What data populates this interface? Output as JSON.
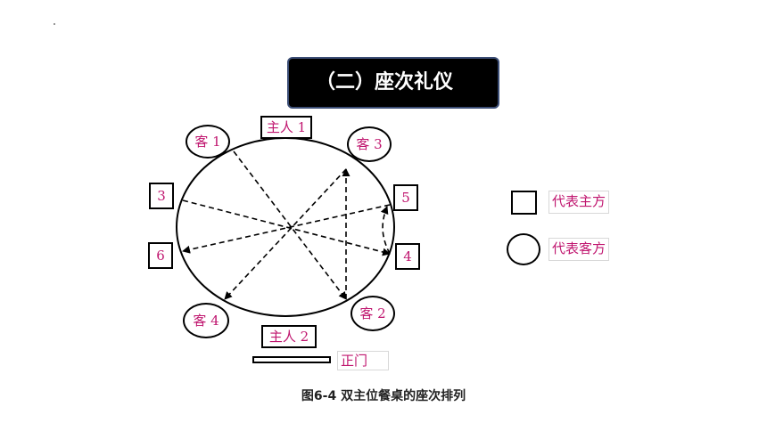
{
  "title": "（二）座次礼仪",
  "seats": {
    "host1": "主人 1",
    "host2": "主人 2",
    "guest1": "客 1",
    "guest2": "客 2",
    "guest3": "客 3",
    "guest4": "客 4",
    "seat3": "3",
    "seat4": "4",
    "seat5": "5",
    "seat6": "6"
  },
  "legend": {
    "host": "代表主方",
    "guest": "代表客方"
  },
  "door_label": "正门",
  "caption": "图6-4  双主位餐桌的座次排列",
  "colors": {
    "label_text": "#c0166f",
    "title_bg": "#000000",
    "title_border": "#3b4d75"
  }
}
